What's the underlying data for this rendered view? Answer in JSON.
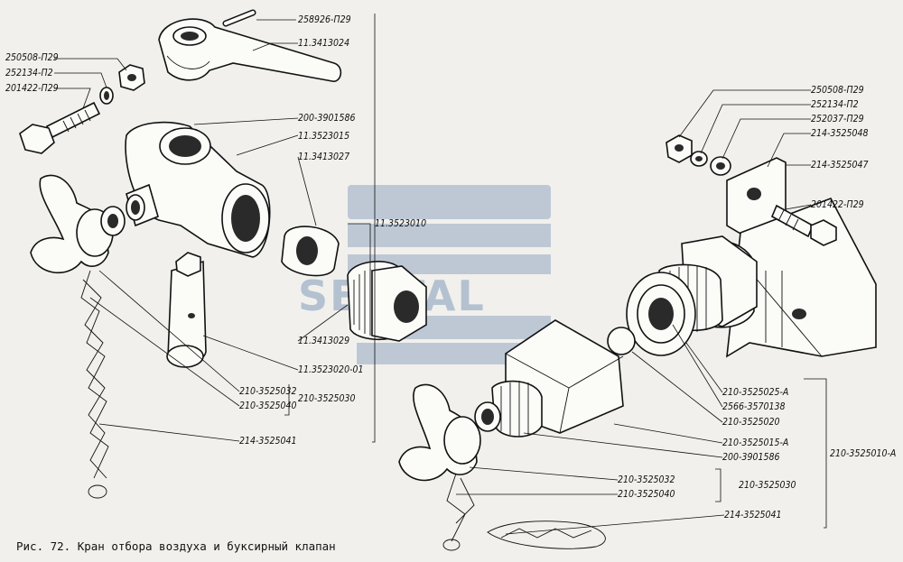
{
  "caption": "Рис. 72. Кран отбора воздуха и буксирный клапан",
  "watermark": "SENTAL",
  "labels": {
    "l258926": "258926-П29",
    "l113413024": "11.3413024",
    "l250508a": "250508-П29",
    "l252134a": "252134-П2",
    "l201422a": "201422-П29",
    "l2003901586a": "200-3901586",
    "l113523015": "11.3523015",
    "l113413027": "11.3413027",
    "l113523010": "11.3523010",
    "l113413029": "11.3413029",
    "l11352302001": "11.3523020-01",
    "l2103525032a": "210-3525032",
    "l2103525040a": "210-3525040",
    "l2103525030a": "210-3525030",
    "l2143525041a": "214-3525041",
    "l250508b": "250508-П29",
    "l252134b": "252134-П2",
    "l252037": "252037-П29",
    "l2143525048": "214-3525048",
    "l2143525047": "214-3525047",
    "l201422b": "201422-П29",
    "l2103525025A": "210-3525025-А",
    "l2566": "2566-3570138",
    "l2103525020": "210-3525020",
    "l2103525015A": "210-3525015-А",
    "l2003901586b": "200-3901586",
    "l2103525010A": "210-3525010-А",
    "l2103525032b": "210-3525032",
    "l2103525040b": "210-3525040",
    "l2103525030b": "210-3525030",
    "l2143525041b": "214-3525041"
  }
}
